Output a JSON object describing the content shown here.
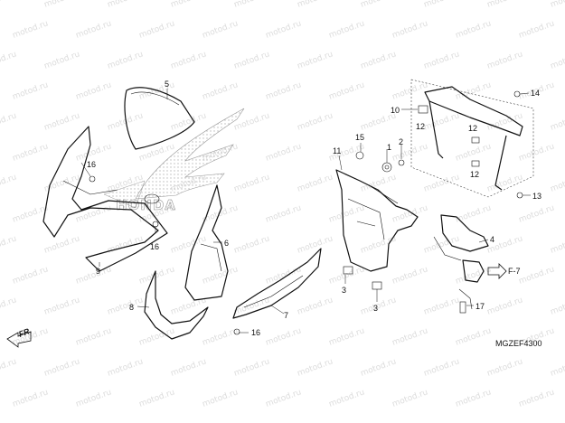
{
  "watermark": "motod.ru",
  "diagram_code": "MGZEF4300",
  "direction_indicator": "FR.",
  "reference_label": "F-7",
  "brand_lettering": "HONDA",
  "callouts": {
    "c1": "1",
    "c2": "2",
    "c3a": "3",
    "c3b": "3",
    "c4": "4",
    "c5": "5",
    "c6": "6",
    "c7": "7",
    "c8": "8",
    "c9": "9",
    "c10": "10",
    "c11": "11",
    "c12a": "12",
    "c12b": "12",
    "c12c": "12",
    "c13": "13",
    "c14": "14",
    "c15": "15",
    "c16a": "16",
    "c16b": "16",
    "c16c": "16",
    "c17": "17"
  },
  "colors": {
    "ink": "#111111",
    "watermark": "#dcdcdc",
    "dots": "#b8b8b8",
    "background": "#ffffff"
  }
}
